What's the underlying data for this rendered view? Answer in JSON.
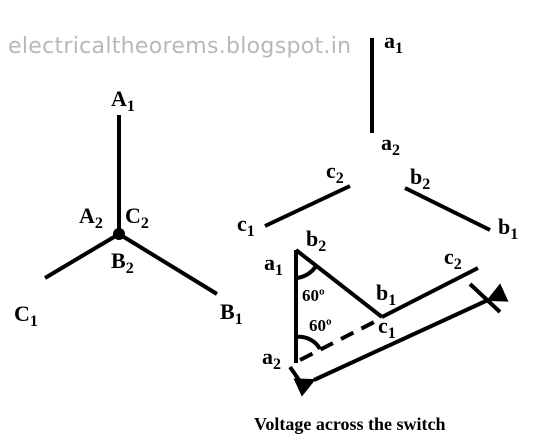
{
  "watermark": "electricaltheorems.blogspot.in",
  "star": {
    "A1": {
      "main": "A",
      "sub": "1"
    },
    "A2": {
      "main": "A",
      "sub": "2"
    },
    "C2": {
      "main": "C",
      "sub": "2"
    },
    "B2": {
      "main": "B",
      "sub": "2"
    },
    "C1": {
      "main": "C",
      "sub": "1"
    },
    "B1": {
      "main": "B",
      "sub": "1"
    }
  },
  "windings": {
    "a1": {
      "main": "a",
      "sub": "1"
    },
    "a2": {
      "main": "a",
      "sub": "2"
    },
    "c2": {
      "main": "c",
      "sub": "2"
    },
    "c1": {
      "main": "c",
      "sub": "1"
    },
    "b2": {
      "main": "b",
      "sub": "2"
    },
    "b1": {
      "main": "b",
      "sub": "1"
    }
  },
  "triangle": {
    "a1": {
      "main": "a",
      "sub": "1"
    },
    "b2": {
      "main": "b",
      "sub": "2"
    },
    "b1": {
      "main": "b",
      "sub": "1"
    },
    "c2": {
      "main": "c",
      "sub": "2"
    },
    "c1": {
      "main": "c",
      "sub": "1"
    },
    "a2": {
      "main": "a",
      "sub": "2"
    },
    "angle_top": "60º",
    "angle_bottom": "60º"
  },
  "caption": "Voltage across the switch"
}
